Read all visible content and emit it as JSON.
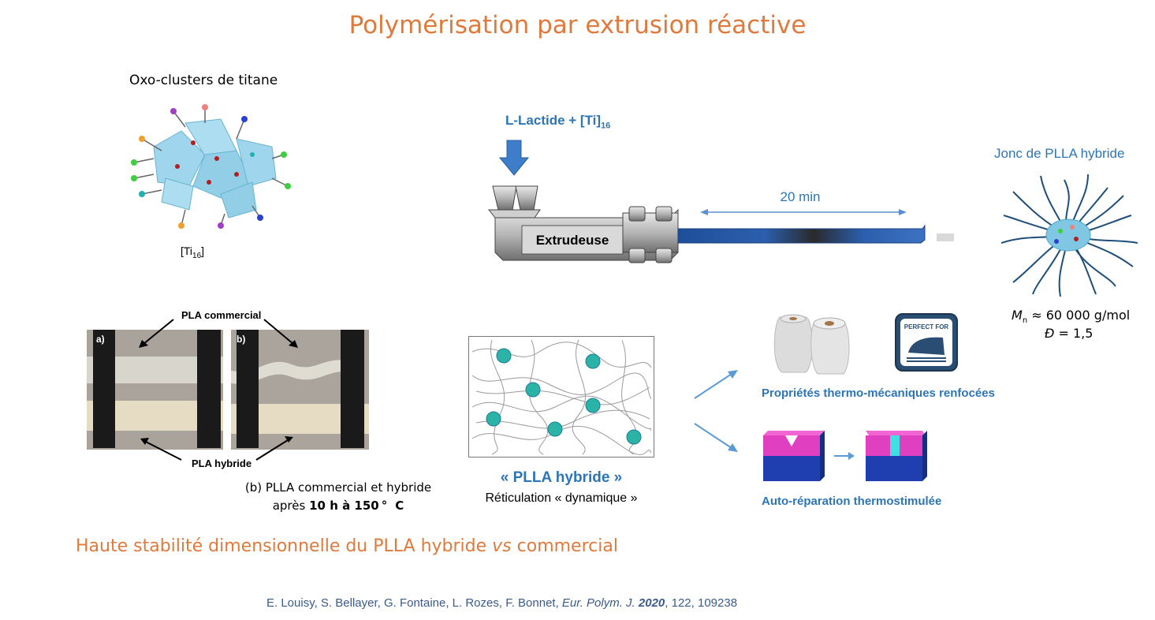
{
  "title": "Polymérisation par extrusion réactive",
  "oxo": {
    "label": "Oxo-clusters de titane",
    "caption_main": "[Ti",
    "caption_sub": "16",
    "caption_end": "]"
  },
  "feed": {
    "label_main": "L-Lactide + [Ti]",
    "label_sub": "16"
  },
  "extruder": {
    "label": "Extrudeuse",
    "time_label": "20 min"
  },
  "product": {
    "title": "Jonc de PLLA hybride",
    "mn_symbol": "M",
    "mn_sub": "n",
    "mn_value": " ≈ 60 000 g/mol",
    "dispersity_symbol": "Đ",
    "dispersity_value": " = 1,5"
  },
  "photo": {
    "top_label": "PLA commercial",
    "bottom_label": "PLA hybride",
    "panel_a": "a)",
    "panel_b": "b)",
    "caption_line1": "(b) PLLA commercial et hybride",
    "caption_line2_pre": "après ",
    "caption_line2_bold": "10 h à 150",
    "caption_line2_deg": "°",
    "caption_line2_end": "C"
  },
  "network": {
    "title": "« PLLA hybride »",
    "subtitle": "Réticulation « dynamique »"
  },
  "properties": {
    "thermo_label": "Propriétés thermo-mécaniques renfocées",
    "badge_text": "PERFECT FOR",
    "self_heal_label": "Auto-réparation thermostimulée"
  },
  "stability": {
    "pre": "Haute stabilité dimensionnelle du PLLA hybride ",
    "italic": "vs",
    "post": " commercial"
  },
  "reference": {
    "authors": "E. Louisy, S. Bellayer, G. Fontaine, L. Rozes, F. Bonnet, ",
    "journal": "Eur. Polym. J.",
    "year": "2020",
    "rest": ", 122, 109238"
  },
  "colors": {
    "accent_orange": "#E0793C",
    "accent_blue": "#2E75B6",
    "cluster_blue": "#7FC7E3",
    "fiber_blue": "#1F4E99"
  }
}
